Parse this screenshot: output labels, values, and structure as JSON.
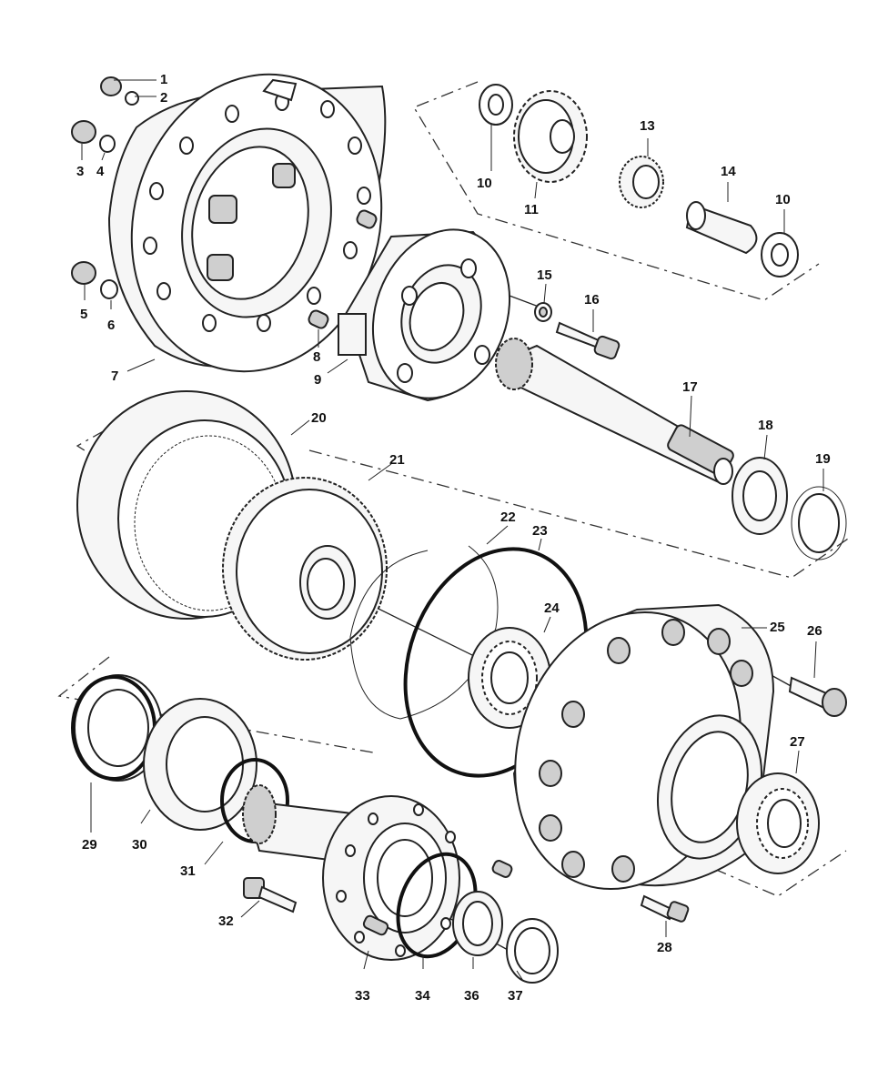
{
  "diagram": {
    "parts": [
      {
        "id": "part-1",
        "label": "1"
      },
      {
        "id": "part-2",
        "label": "2"
      },
      {
        "id": "part-3",
        "label": "3"
      },
      {
        "id": "part-4",
        "label": "4"
      },
      {
        "id": "part-5",
        "label": "5"
      },
      {
        "id": "part-6",
        "label": "6"
      },
      {
        "id": "part-7",
        "label": "7"
      },
      {
        "id": "part-8",
        "label": "8"
      },
      {
        "id": "part-9",
        "label": "9"
      },
      {
        "id": "part-10a",
        "label": "10"
      },
      {
        "id": "part-10b",
        "label": "10"
      },
      {
        "id": "part-11",
        "label": "11"
      },
      {
        "id": "part-13",
        "label": "13"
      },
      {
        "id": "part-14",
        "label": "14"
      },
      {
        "id": "part-15",
        "label": "15"
      },
      {
        "id": "part-16",
        "label": "16"
      },
      {
        "id": "part-17",
        "label": "17"
      },
      {
        "id": "part-18",
        "label": "18"
      },
      {
        "id": "part-19",
        "label": "19"
      },
      {
        "id": "part-20",
        "label": "20"
      },
      {
        "id": "part-21",
        "label": "21"
      },
      {
        "id": "part-22",
        "label": "22"
      },
      {
        "id": "part-23",
        "label": "23"
      },
      {
        "id": "part-24",
        "label": "24"
      },
      {
        "id": "part-25",
        "label": "25"
      },
      {
        "id": "part-26",
        "label": "26"
      },
      {
        "id": "part-27",
        "label": "27"
      },
      {
        "id": "part-28",
        "label": "28"
      },
      {
        "id": "part-29",
        "label": "29"
      },
      {
        "id": "part-30",
        "label": "30"
      },
      {
        "id": "part-31",
        "label": "31"
      },
      {
        "id": "part-32",
        "label": "32"
      },
      {
        "id": "part-33",
        "label": "33"
      },
      {
        "id": "part-34",
        "label": "34"
      },
      {
        "id": "part-36",
        "label": "36"
      },
      {
        "id": "part-37",
        "label": "37"
      }
    ]
  }
}
